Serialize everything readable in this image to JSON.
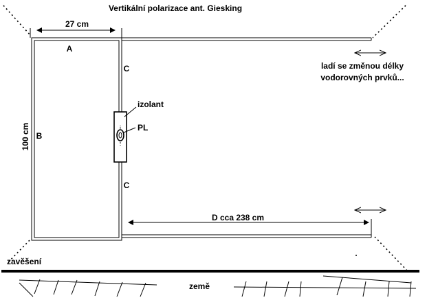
{
  "title": "Vertikální polarizace  ant. Giesking",
  "dimension_top": "27 cm",
  "dimension_side": "100 cm",
  "dimension_bottom": "D  cca 238 cm",
  "label_a": "A",
  "label_b": "B",
  "label_c_top": "C",
  "label_c_bottom": "C",
  "label_insulator": "izolant",
  "label_connector": "PL",
  "note_line1": "ladí se změnou délky",
  "note_line2": "vodorovných prvků...",
  "label_suspension": "zavěšení",
  "label_ground": "země"
}
